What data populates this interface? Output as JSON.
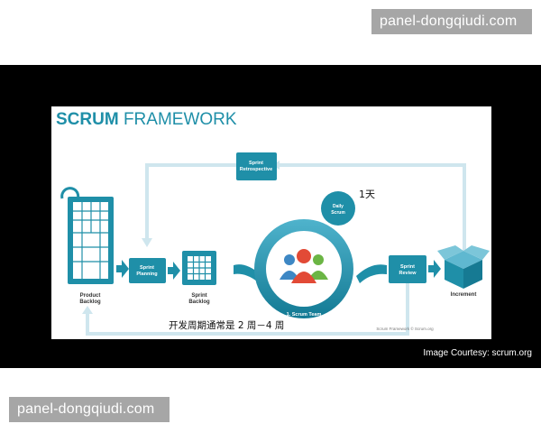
{
  "watermark_text": "panel-dongqiudi.com",
  "diagram": {
    "title_bold": "SCRUM",
    "title_rest": " FRAMEWORK",
    "retrospective_line1": "Sprint",
    "retrospective_line2": "Retrospective",
    "daily_line1": "Daily",
    "daily_line2": "Scrum",
    "daily_note": "1天",
    "planning_line1": "Sprint",
    "planning_line2": "Planning",
    "product_backlog_line1": "Product",
    "product_backlog_line2": "Backlog",
    "sprint_backlog_line1": "Sprint",
    "sprint_backlog_line2": "Backlog",
    "team_label": "1. Scrum Team",
    "review_line1": "Sprint",
    "review_line2": "Review",
    "increment": "Increment",
    "cycle_note": "开发周期通常是 2 周－4 周",
    "credit": "Scrum Framework © Scrum.org"
  },
  "courtesy": "Image Courtesy: scrum.org",
  "colors": {
    "teal": "#1f8fa8",
    "teal_light": "#cfe6ee",
    "people_red": "#e24a36",
    "people_green": "#6bb544",
    "people_blue": "#3d87c4",
    "watermark_bg": "#a6a6a6"
  }
}
